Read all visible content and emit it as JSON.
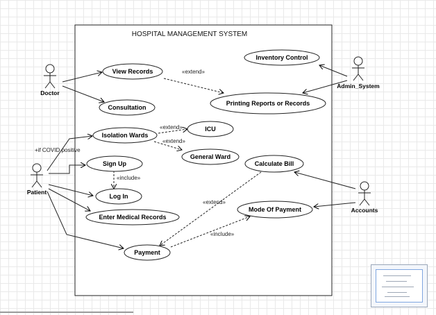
{
  "diagram": {
    "title": "HOSPITAL MANAGEMENT SYSTEM",
    "actors": {
      "doctor": "Doctor",
      "patient": "Patient",
      "admin": "Admin_System",
      "accounts": "Accounts"
    },
    "use_cases": {
      "view_records": "View Records",
      "consultation": "Consultation",
      "inventory_control": "Inventory Control",
      "printing_reports": "Printing Reports or Records",
      "isolation_wards": "Isolation Wards",
      "icu": "ICU",
      "general_ward": "General Ward",
      "sign_up": "Sign Up",
      "log_in": "Log In",
      "enter_medical_records": "Enter Medical Records",
      "calculate_bill": "Calculate Bill",
      "mode_of_payment": "Mode Of Payment",
      "payment": "Payment"
    },
    "labels": {
      "extend_1": "«extend»",
      "extend_icu": "«extend»",
      "extend_general": "«extend»",
      "include_login": "«include»",
      "extend_bill": "«extend»",
      "include_payment": "«include»",
      "covid_condition": "+if COVID positive"
    }
  }
}
